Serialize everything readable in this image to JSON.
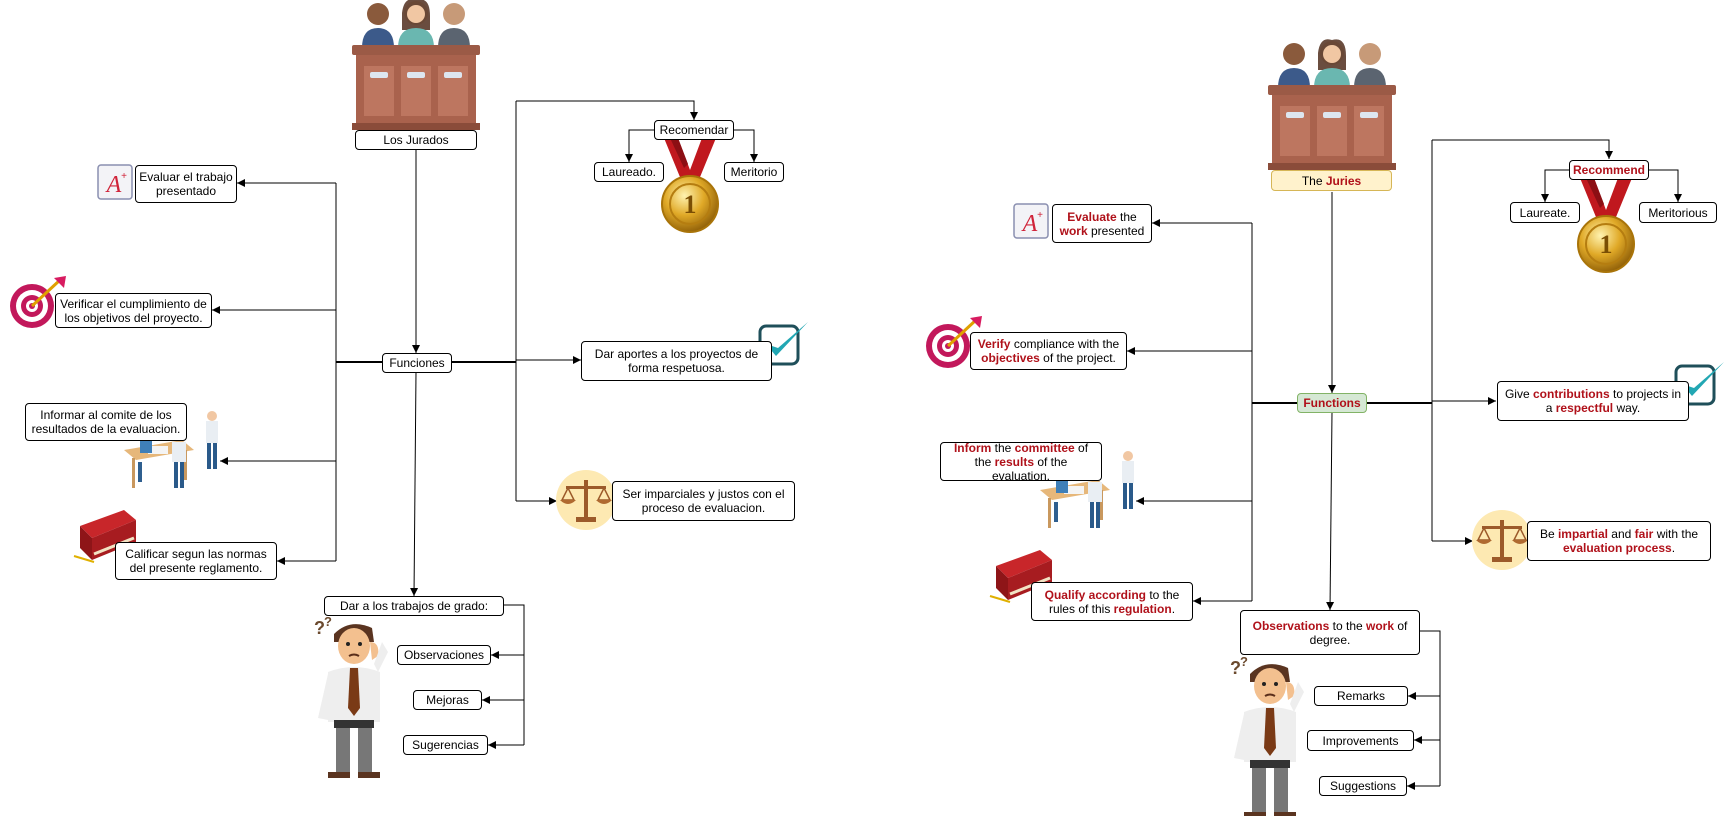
{
  "colors": {
    "line": "#000000",
    "highlight": "#b0111a",
    "green_fill": "#d5e8d4",
    "yellow_fill": "#fff2cc"
  },
  "left": {
    "title": "Los Jurados",
    "center": "Funciones",
    "evaluate": "Evaluar el trabajo presentado",
    "verify": "Verificar el cumplimiento de los objetivos del proyecto.",
    "inform": "Informar al comite de los resultados de la evaluacion.",
    "qualify": "Calificar segun las normas del presente reglamento.",
    "recommend": "Recomendar",
    "laureate": "Laureado.",
    "meritorious": "Meritorio",
    "contributions": "Dar aportes a los proyectos de forma respetuosa.",
    "impartial": "Ser imparciales y justos con el proceso de evaluacion.",
    "give_works": "Dar a los trabajos de grado:",
    "observations": "Observaciones",
    "improvements": "Mejoras",
    "suggestions": "Sugerencias"
  },
  "right": {
    "title_a": "The ",
    "title_b": "Juries",
    "center": "Functions",
    "evaluate": [
      "Evaluate",
      " the ",
      "work",
      " presented"
    ],
    "verify": [
      "Verify",
      " compliance with the ",
      "objectives",
      " of the project."
    ],
    "inform": [
      "Inform",
      " the ",
      "committee",
      " of the ",
      "results",
      " of the evaluation."
    ],
    "qualify": [
      "Qualify according",
      " to the rules of this ",
      "regulation",
      "."
    ],
    "recommend": "Recommend",
    "laureate": "Laureate.",
    "meritorious": "Meritorious",
    "contributions": [
      "Give ",
      "contributions",
      " to projects in a ",
      "respectful",
      " way."
    ],
    "impartial": [
      "Be ",
      "impartial",
      " and ",
      "fair",
      " with the ",
      "evaluation process",
      "."
    ],
    "observations": [
      "Observations",
      " to the ",
      "work",
      " of degree."
    ],
    "remarks": "Remarks",
    "improvements": "Improvements",
    "suggestions": "Suggestions"
  },
  "icons": [
    "jury-bench-icon",
    "medal-icon",
    "checkmark-icon",
    "scales-icon",
    "target-icon",
    "document-grade-icon",
    "meeting-icon",
    "book-icon",
    "confused-man-icon"
  ]
}
